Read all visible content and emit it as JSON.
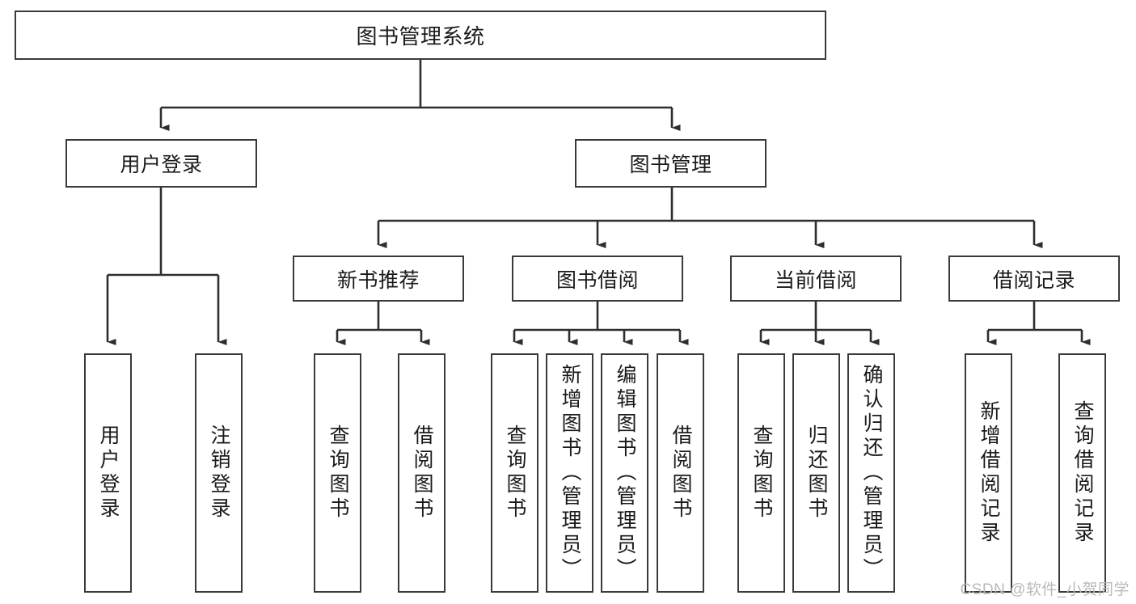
{
  "diagram": {
    "type": "tree-hierarchy-chart",
    "title": "图书管理系统",
    "background_color": "#ffffff",
    "box_border_color": "#3a3a3a",
    "connector_color": "#2e2e2e",
    "text_color": "#1a1a1a",
    "root": {
      "id": "root",
      "label": "图书管理系统"
    },
    "level2": [
      {
        "id": "user-login",
        "label": "用户登录"
      },
      {
        "id": "book-manage",
        "label": "图书管理"
      }
    ],
    "level3": [
      {
        "id": "new-book-recommend",
        "label": "新书推荐",
        "parent": "book-manage"
      },
      {
        "id": "book-borrow",
        "label": "图书借阅",
        "parent": "book-manage"
      },
      {
        "id": "current-borrow",
        "label": "当前借阅",
        "parent": "book-manage"
      },
      {
        "id": "borrow-record",
        "label": "借阅记录",
        "parent": "book-manage"
      }
    ],
    "leaves": {
      "user_login": [
        {
          "id": "leaf-user-login",
          "label": "用户登录"
        },
        {
          "id": "leaf-logout-login",
          "label": "注销登录"
        }
      ],
      "new_book_recommend": [
        {
          "id": "leaf-query-book-1",
          "label": "查询图书"
        },
        {
          "id": "leaf-borrow-book-1",
          "label": "借阅图书"
        }
      ],
      "book_borrow": [
        {
          "id": "leaf-query-book-2",
          "label": "查询图书"
        },
        {
          "id": "leaf-add-book",
          "label": "新增图书（管理员）"
        },
        {
          "id": "leaf-edit-book",
          "label": "编辑图书（管理员）"
        },
        {
          "id": "leaf-borrow-book-2",
          "label": "借阅图书"
        }
      ],
      "current_borrow": [
        {
          "id": "leaf-query-book-3",
          "label": "查询图书"
        },
        {
          "id": "leaf-return-book",
          "label": "归还图书"
        },
        {
          "id": "leaf-confirm-return",
          "label": "确认归还（管理员）"
        }
      ],
      "borrow_record": [
        {
          "id": "leaf-add-record",
          "label": "新增借阅记录"
        },
        {
          "id": "leaf-query-record",
          "label": "查询借阅记录"
        }
      ]
    },
    "watermark": "CSDN @软件_小贺同学"
  }
}
